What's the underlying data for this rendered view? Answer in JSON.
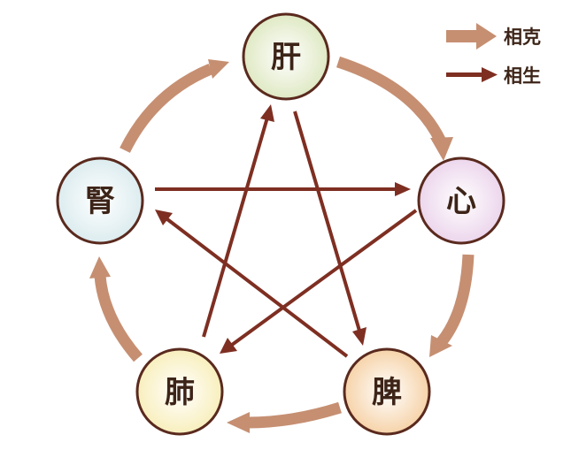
{
  "legend": {
    "thick_label": "相克",
    "thin_label": "相生"
  },
  "nodes": [
    {
      "id": "liver",
      "label": "肝",
      "color": "#dfe9c4"
    },
    {
      "id": "heart",
      "label": "心",
      "color": "#ecd6ec"
    },
    {
      "id": "spleen",
      "label": "脾",
      "color": "#f6d3a9"
    },
    {
      "id": "lung",
      "label": "肺",
      "color": "#f8efbd"
    },
    {
      "id": "kidney",
      "label": "腎",
      "color": "#dcecef"
    }
  ],
  "outer_cycle": [
    {
      "from": "liver",
      "to": "heart"
    },
    {
      "from": "heart",
      "to": "spleen"
    },
    {
      "from": "spleen",
      "to": "lung"
    },
    {
      "from": "lung",
      "to": "kidney"
    },
    {
      "from": "kidney",
      "to": "liver"
    }
  ],
  "star_arrows": [
    {
      "from": "kidney",
      "to": "heart"
    },
    {
      "from": "heart",
      "to": "lung"
    },
    {
      "from": "lung",
      "to": "liver"
    },
    {
      "from": "liver",
      "to": "spleen"
    },
    {
      "from": "spleen",
      "to": "kidney"
    }
  ],
  "colors": {
    "thick_arrow": "#c68f72",
    "thin_arrow": "#7e2f22",
    "node_stroke": "#5a2a1e",
    "text": "#3d2418"
  }
}
